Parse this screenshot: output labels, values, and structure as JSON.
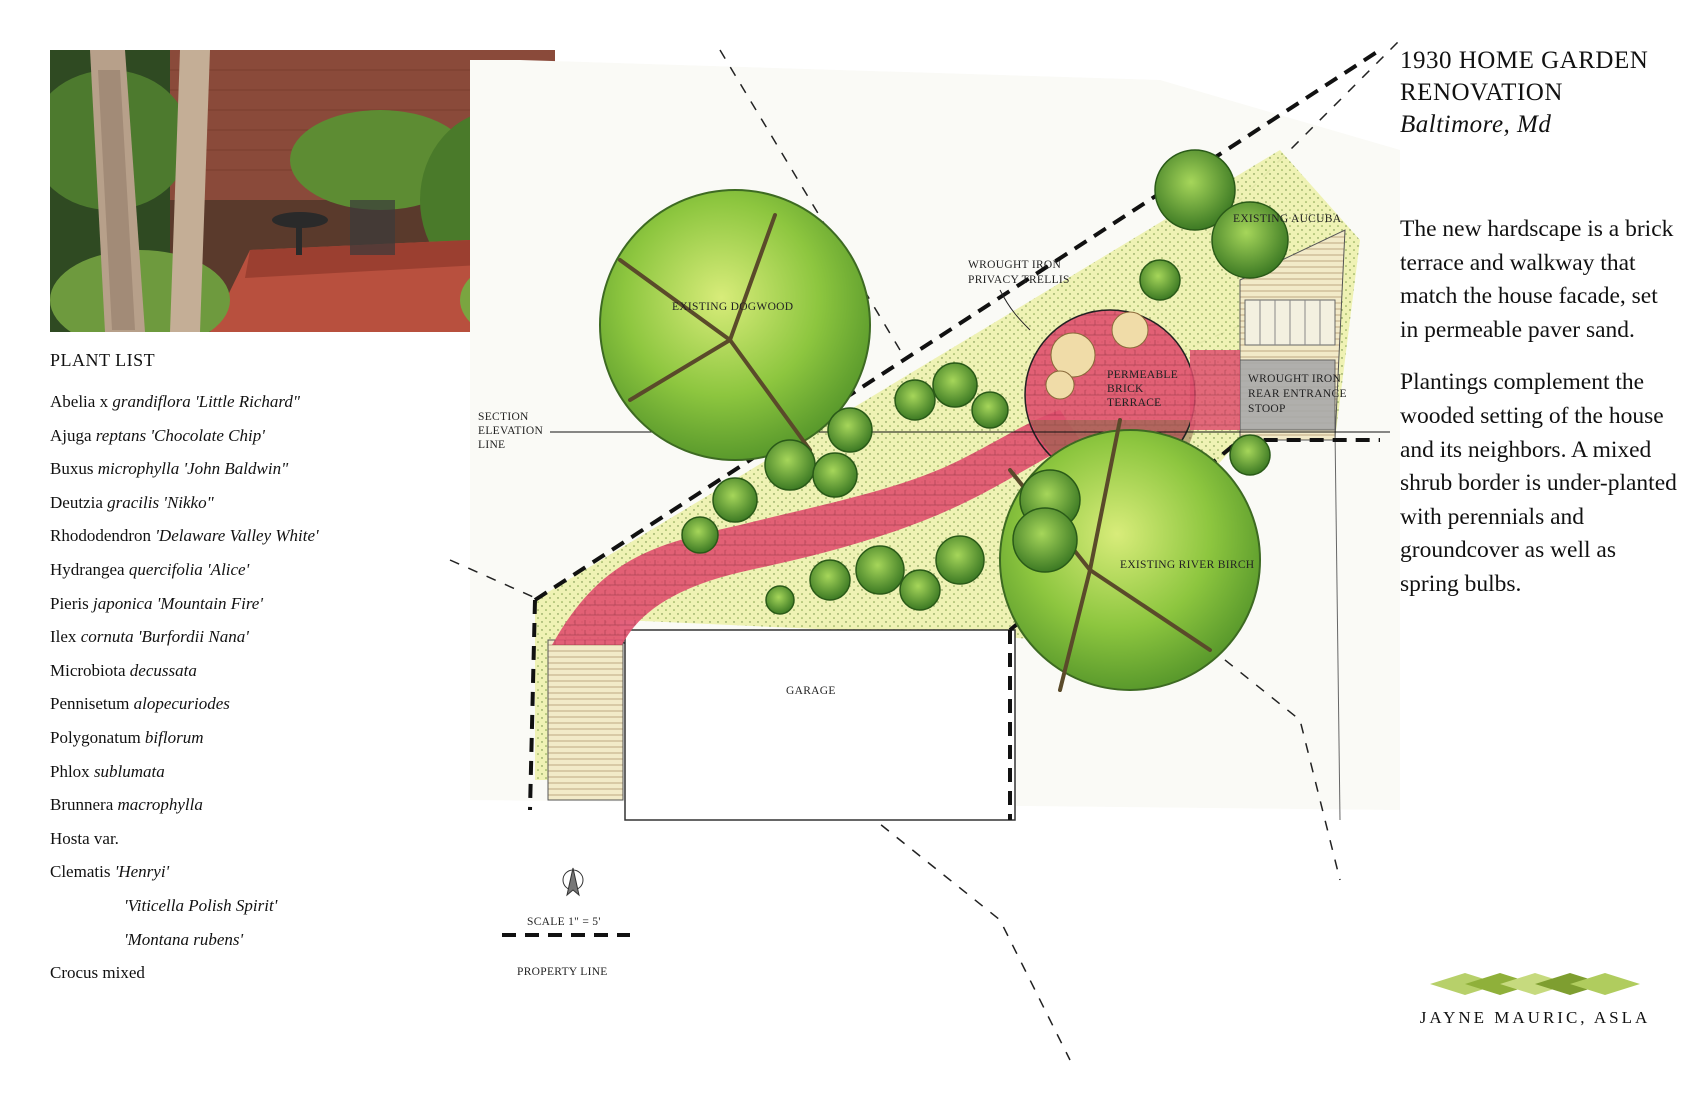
{
  "title": {
    "line1": "1930 HOME GARDEN",
    "line2": "RENOVATION",
    "location": "Baltimore, Md"
  },
  "description": {
    "paragraph1": "The new hardscape is a brick terrace and walkway that match the house facade, set in permeable paver sand.",
    "paragraph2": "Plantings complement the wooded setting of the house and its neighbors. A mixed shrub border is under-planted with perennials and groundcover as well as spring bulbs."
  },
  "plant_list": {
    "heading": "PLANT LIST",
    "items": [
      {
        "plain": "Abelia x ",
        "italic": "grandiflora 'Little Richard\""
      },
      {
        "plain": "Ajuga ",
        "italic": "reptans 'Chocolate Chip'"
      },
      {
        "plain": "Buxus ",
        "italic": "microphylla 'John Baldwin\""
      },
      {
        "plain": "Deutzia ",
        "italic": "gracilis 'Nikko\""
      },
      {
        "plain": "Rhododendron ",
        "italic": "'Delaware Valley White'"
      },
      {
        "plain": "Hydrangea ",
        "italic": "quercifolia 'Alice'"
      },
      {
        "plain": "Pieris ",
        "italic": "japonica 'Mountain Fire'"
      },
      {
        "plain": "Ilex ",
        "italic": "cornuta 'Burfordii Nana'"
      },
      {
        "plain": "Microbiota ",
        "italic": "decussata"
      },
      {
        "plain": "Pennisetum ",
        "italic": "alopecuriodes"
      },
      {
        "plain": "Polygonatum ",
        "italic": "biflorum"
      },
      {
        "plain": "Phlox ",
        "italic": "sublumata"
      },
      {
        "plain": "Brunnera ",
        "italic": "macrophylla"
      },
      {
        "plain": "Hosta var.",
        "italic": ""
      },
      {
        "plain": "Clematis ",
        "italic": "'Henryi'"
      },
      {
        "plain": "",
        "italic": "'Viticella Polish Spirit'"
      },
      {
        "plain": "",
        "italic": "'Montana rubens'"
      },
      {
        "plain": "Crocus mixed",
        "italic": ""
      }
    ]
  },
  "plan_labels": {
    "existing_dogwood": "EXISTING DOGWOOD",
    "existing_aucuba": "EXISTING AUCUBA",
    "trellis_line1": "WROUGHT IRON",
    "trellis_line2": "PRIVACY TRELLIS",
    "terrace_line1": "PERMEABLE",
    "terrace_line2": "BRICK",
    "terrace_line3": "TERRACE",
    "stoop_line1": "WROUGHT IRON",
    "stoop_line2": "REAR ENTRANCE",
    "stoop_line3": "STOOP",
    "section_line1": "SECTION",
    "section_line2": "ELEVATION",
    "section_line3": "LINE",
    "existing_river_birch": "EXISTING RIVER BIRCH",
    "garage": "GARAGE",
    "scale": "SCALE  1\" = 5'",
    "property_line": "PROPERTY LINE"
  },
  "logo": {
    "name": "JAYNE MAURIC, ASLA"
  },
  "colors": {
    "brick": "#e0506e",
    "foliage": "#7fbf3a",
    "planting_bed": "#eef2b0",
    "logo_green": "#9cbf3a"
  }
}
